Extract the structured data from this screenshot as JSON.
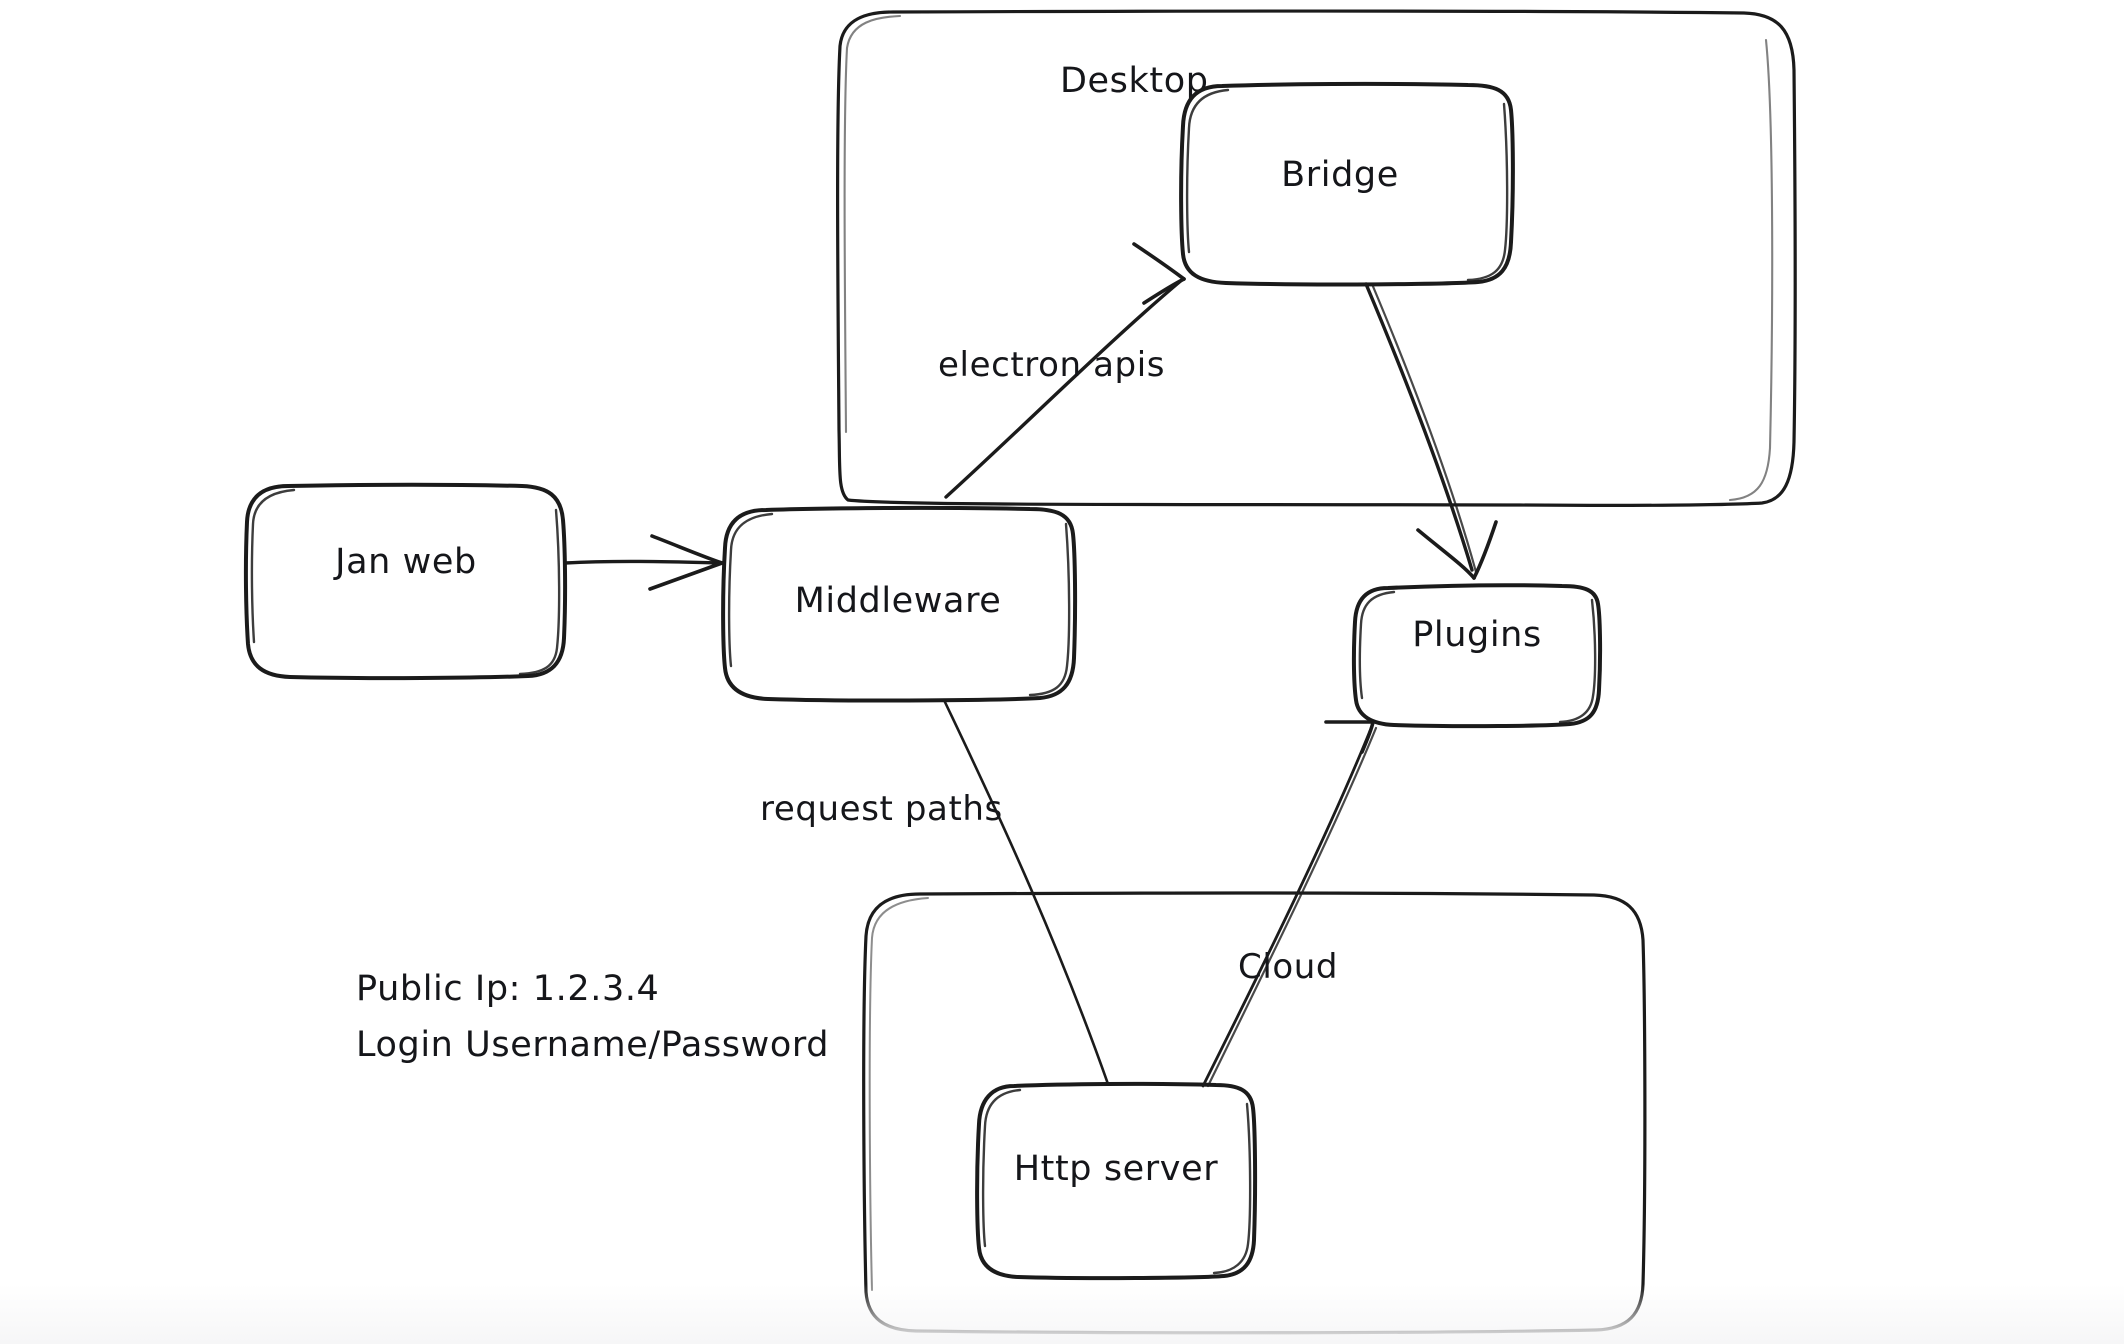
{
  "diagram": {
    "title": "Jan architecture sketch",
    "style": "hand-drawn whiteboard",
    "stroke_color": "#1b1b1b",
    "background_color": "#ffffff"
  },
  "groups": [
    {
      "id": "desktop",
      "label": "Desktop"
    },
    {
      "id": "cloud_group",
      "label": ""
    }
  ],
  "nodes": [
    {
      "id": "jan_web",
      "label": "Jan web"
    },
    {
      "id": "middleware",
      "label": "Middleware"
    },
    {
      "id": "bridge",
      "label": "Bridge"
    },
    {
      "id": "plugins",
      "label": "Plugins"
    },
    {
      "id": "http_server",
      "label": "Http server"
    }
  ],
  "edges": [
    {
      "id": "e_janweb_middleware",
      "from": "jan_web",
      "to": "middleware",
      "label": ""
    },
    {
      "id": "e_middleware_bridge",
      "from": "middleware",
      "to": "bridge",
      "label": "electron apis"
    },
    {
      "id": "e_bridge_plugins",
      "from": "bridge",
      "to": "plugins",
      "label": ""
    },
    {
      "id": "e_httpserver_middleware",
      "from": "http_server",
      "to": "middleware",
      "label": "request paths"
    },
    {
      "id": "e_httpserver_plugins",
      "from": "http_server",
      "to": "plugins",
      "label": "Cloud"
    }
  ],
  "edge_labels": {
    "electron_apis": "electron apis",
    "request_paths": "request paths",
    "cloud": "Cloud"
  },
  "notes": {
    "public_ip_line": "Public Ip: 1.2.3.4",
    "login_line": "Login Username/Password"
  }
}
